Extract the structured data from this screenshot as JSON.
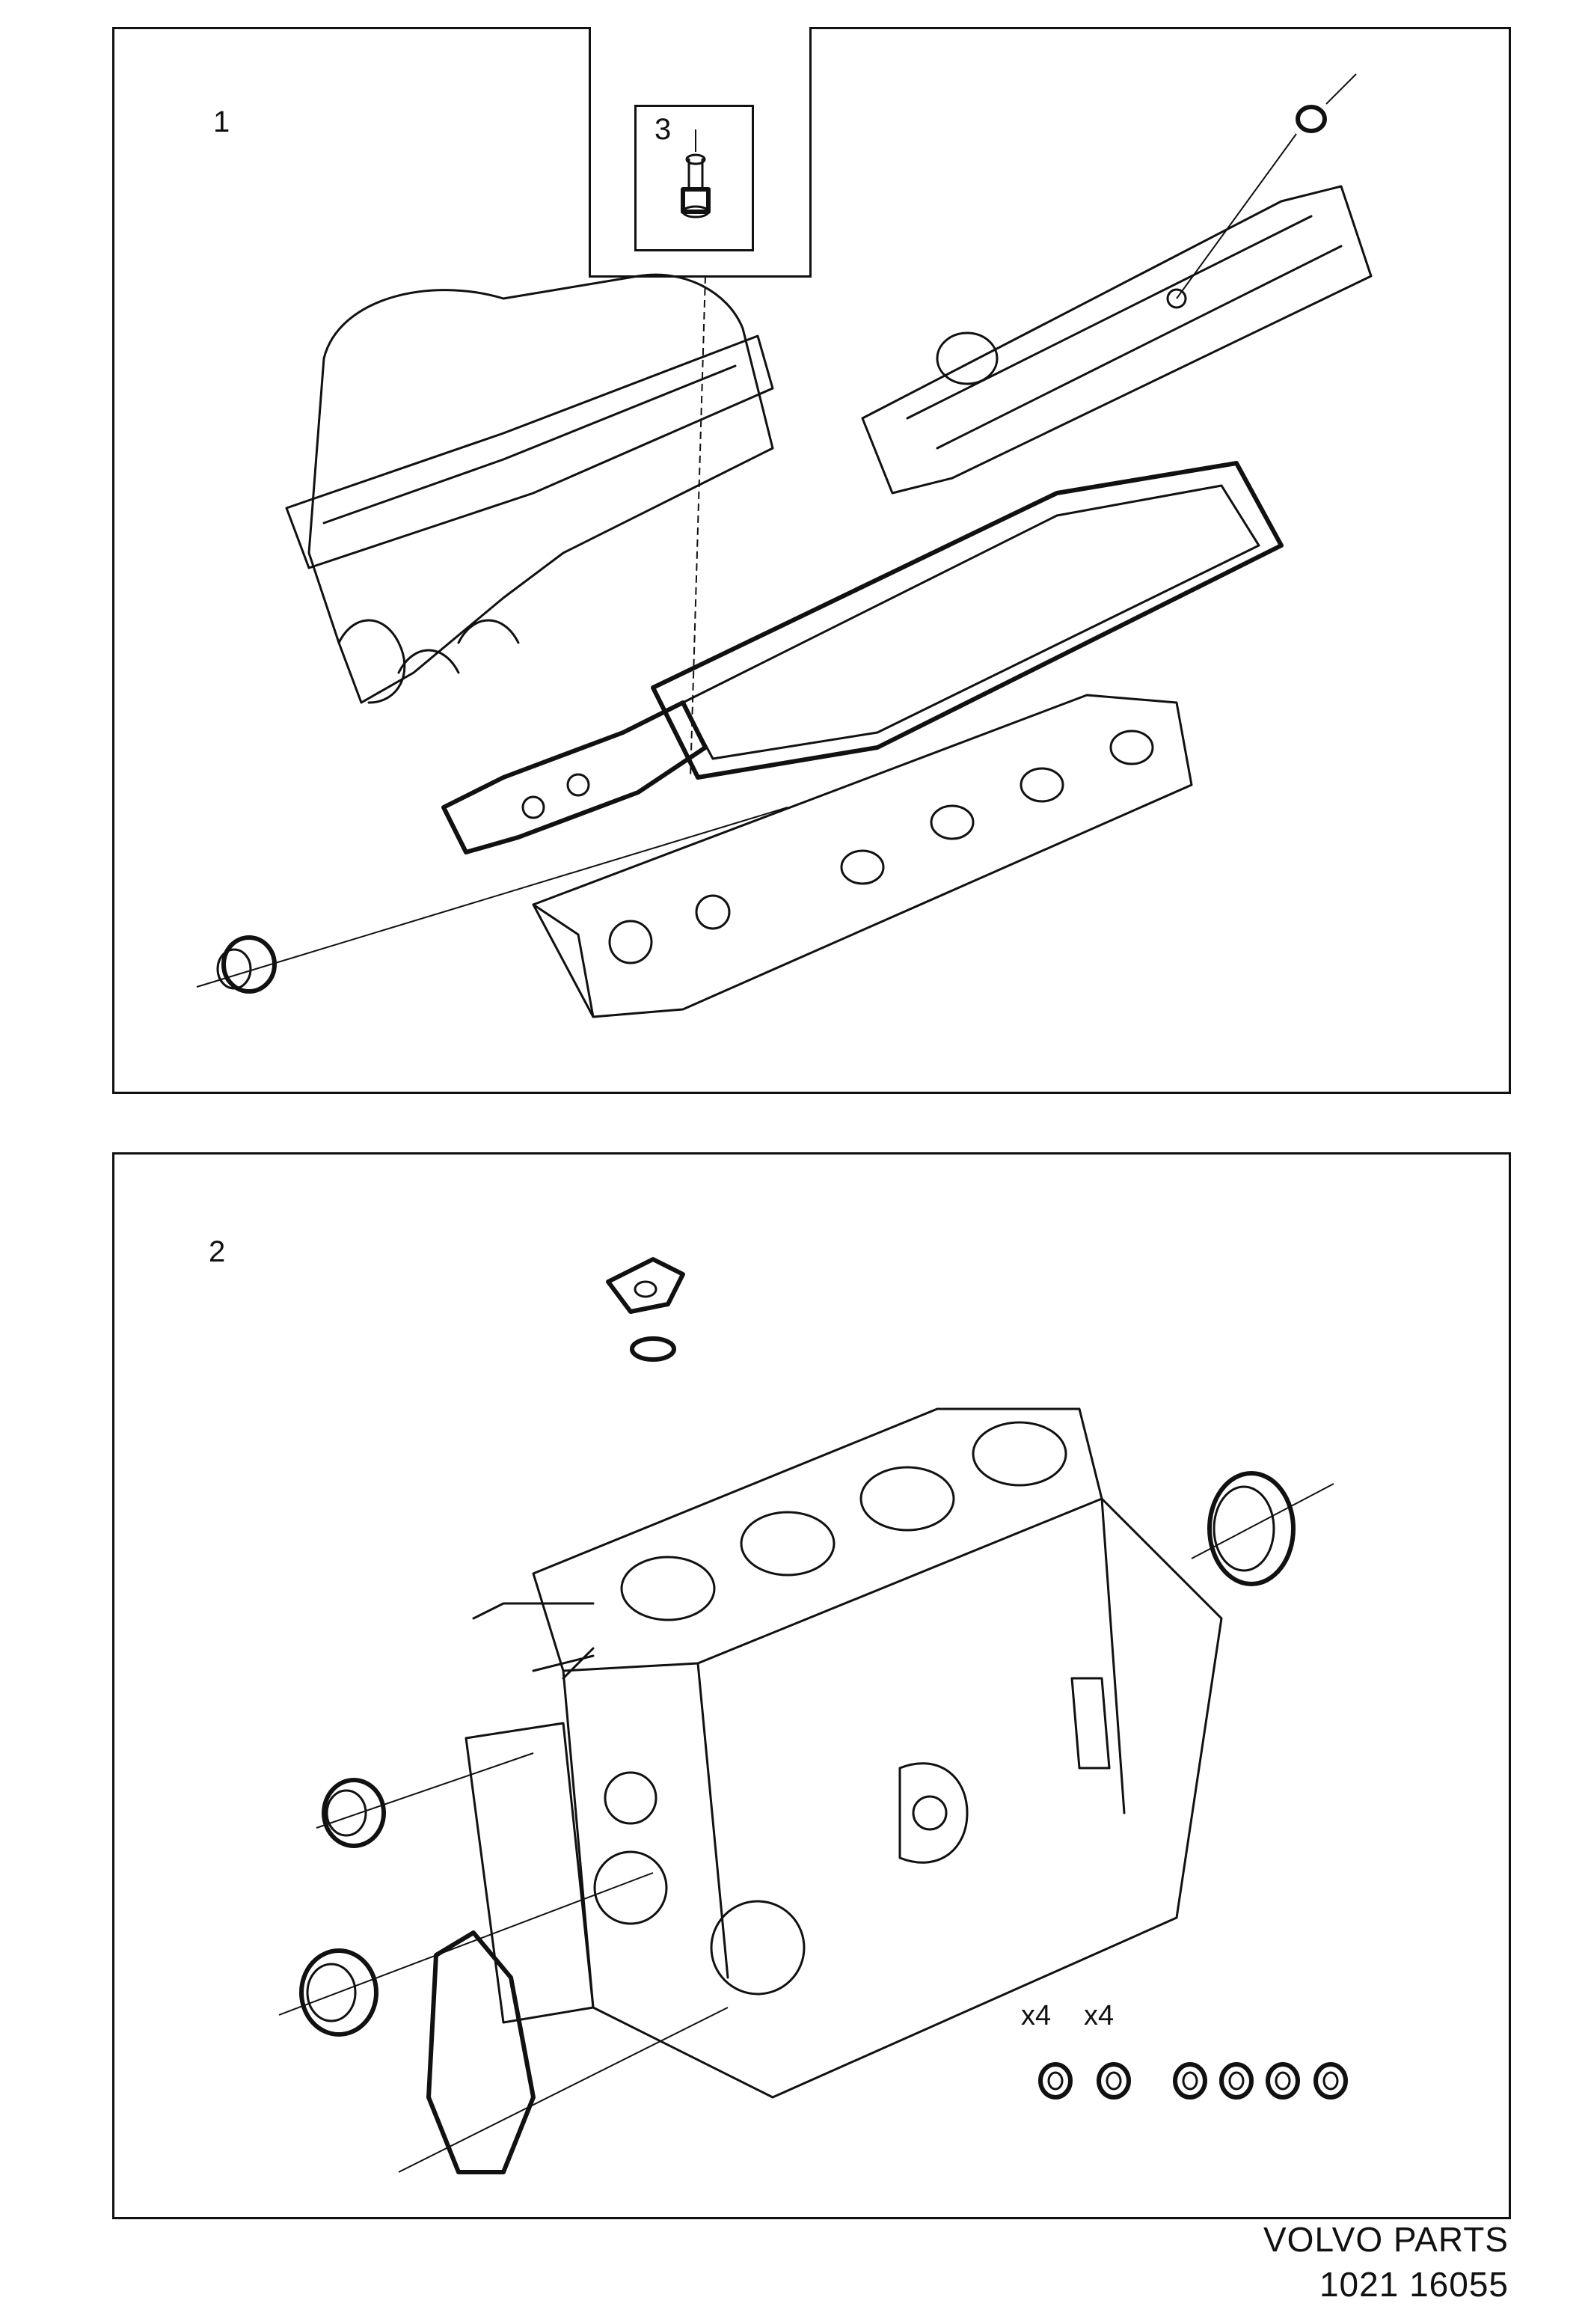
{
  "panels": [
    {
      "number": "1",
      "inset_number": "3"
    },
    {
      "number": "2",
      "quantities": [
        "x4",
        "x4"
      ]
    }
  ],
  "footer": {
    "brand": "VOLVO PARTS",
    "code": "1021  16055"
  }
}
